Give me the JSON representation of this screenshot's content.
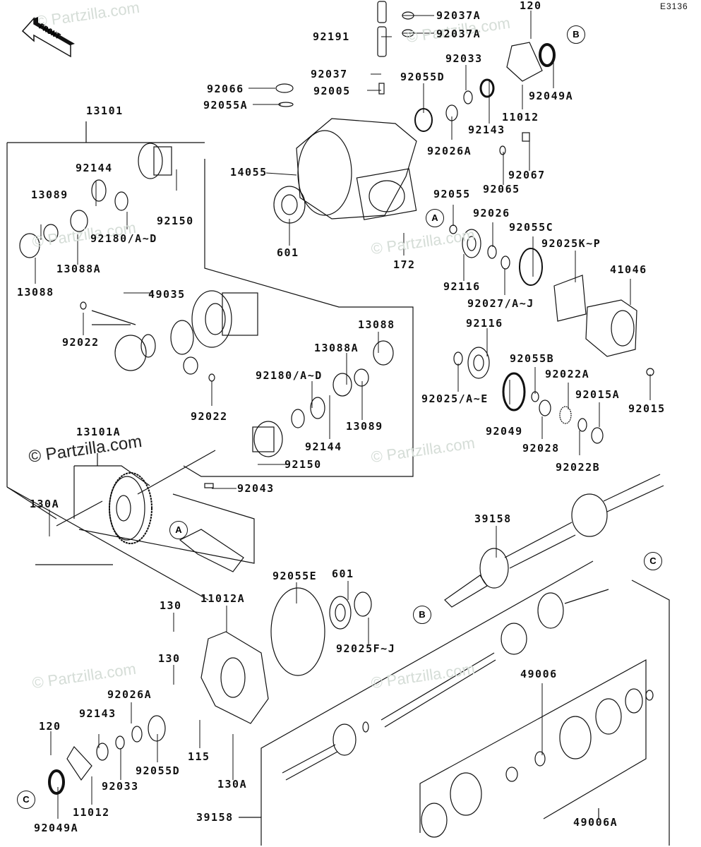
{
  "diagram_code": "E3136",
  "front_indicator": "FRONT",
  "watermark": "© Partzilla.com",
  "reference_markers": [
    "A",
    "B",
    "C"
  ],
  "labels": {
    "l92037A_1": "92037A",
    "l92037A_2": "92037A",
    "l92191": "92191",
    "l92037": "92037",
    "l92005": "92005",
    "l92066": "92066",
    "l92055A": "92055A",
    "l92055D_top": "92055D",
    "l92033_top": "92033",
    "l92143_top": "92143",
    "l92026A_top": "92026A",
    "l120_top": "120",
    "l11012_top": "11012",
    "l92049A_top": "92049A",
    "l92067": "92067",
    "l92065": "92065",
    "l13101": "13101",
    "l14055": "14055",
    "l92144_top": "92144",
    "l13089_top": "13089",
    "l92150_top": "92150",
    "l92180_top": "92180/A~D",
    "l13088A_top": "13088A",
    "l13088_top": "13088",
    "l601_top": "601",
    "l172": "172",
    "l92055": "92055",
    "l92026": "92026",
    "l92055C": "92055C",
    "l92025KP": "92025K~P",
    "l41046": "41046",
    "l92116_a": "92116",
    "l92027": "92027/A~J",
    "l49035": "49035",
    "l92022_a": "92022",
    "l13088_b": "13088",
    "l13088A_b": "13088A",
    "l92180_b": "92180/A~D",
    "l13089_b": "13089",
    "l92144_b": "92144",
    "l92150_b": "92150",
    "l92022_b": "92022",
    "l92116_b": "92116",
    "l92025AE": "92025/A~E",
    "l92055B": "92055B",
    "l92022A": "92022A",
    "l92015A": "92015A",
    "l92015": "92015",
    "l92049": "92049",
    "l92028": "92028",
    "l92022B": "92022B",
    "l13101A": "13101A",
    "l130A_top": "130A",
    "l92043": "92043",
    "l39158_top": "39158",
    "l92055E": "92055E",
    "l601_b": "601",
    "l92025FJ": "92025F~J",
    "l11012A": "11012A",
    "l130_a": "130",
    "l130_b": "130",
    "l92026A_b": "92026A",
    "l92143_b": "92143",
    "l120_b": "120",
    "l92033_b": "92033",
    "l92055D_b": "92055D",
    "l115": "115",
    "l130A_b": "130A",
    "l11012_b": "11012",
    "l92049A_b": "92049A",
    "l39158_b": "39158",
    "l49006": "49006",
    "l49006A": "49006A"
  }
}
